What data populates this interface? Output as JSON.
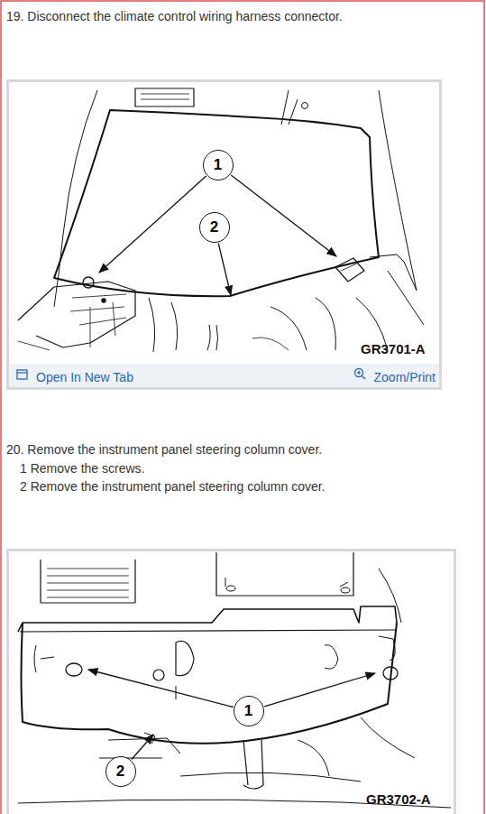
{
  "diagram": {
    "nodes": [
      {
        "text": [
          "GR3701-A",
          "Open In New Tab",
          "Zoom/Print"
        ]
      },
      {
        "text": [
          "1"
        ],
        "in": 0
      },
      {
        "text": [
          "2"
        ],
        "in": 0
      },
      {
        "text": [
          "GR3702-A"
        ]
      },
      {
        "text": [
          "1"
        ],
        "in": 3
      },
      {
        "text": [
          "2"
        ],
        "in": 3
      }
    ],
    "labels": [
      "19. Disconnect the climate control wiring harness connector.",
      "20. Remove the instrument panel steering column cover.",
      "1 Remove the screws.",
      "2 Remove the instrument panel steering column cover."
    ]
  }
}
